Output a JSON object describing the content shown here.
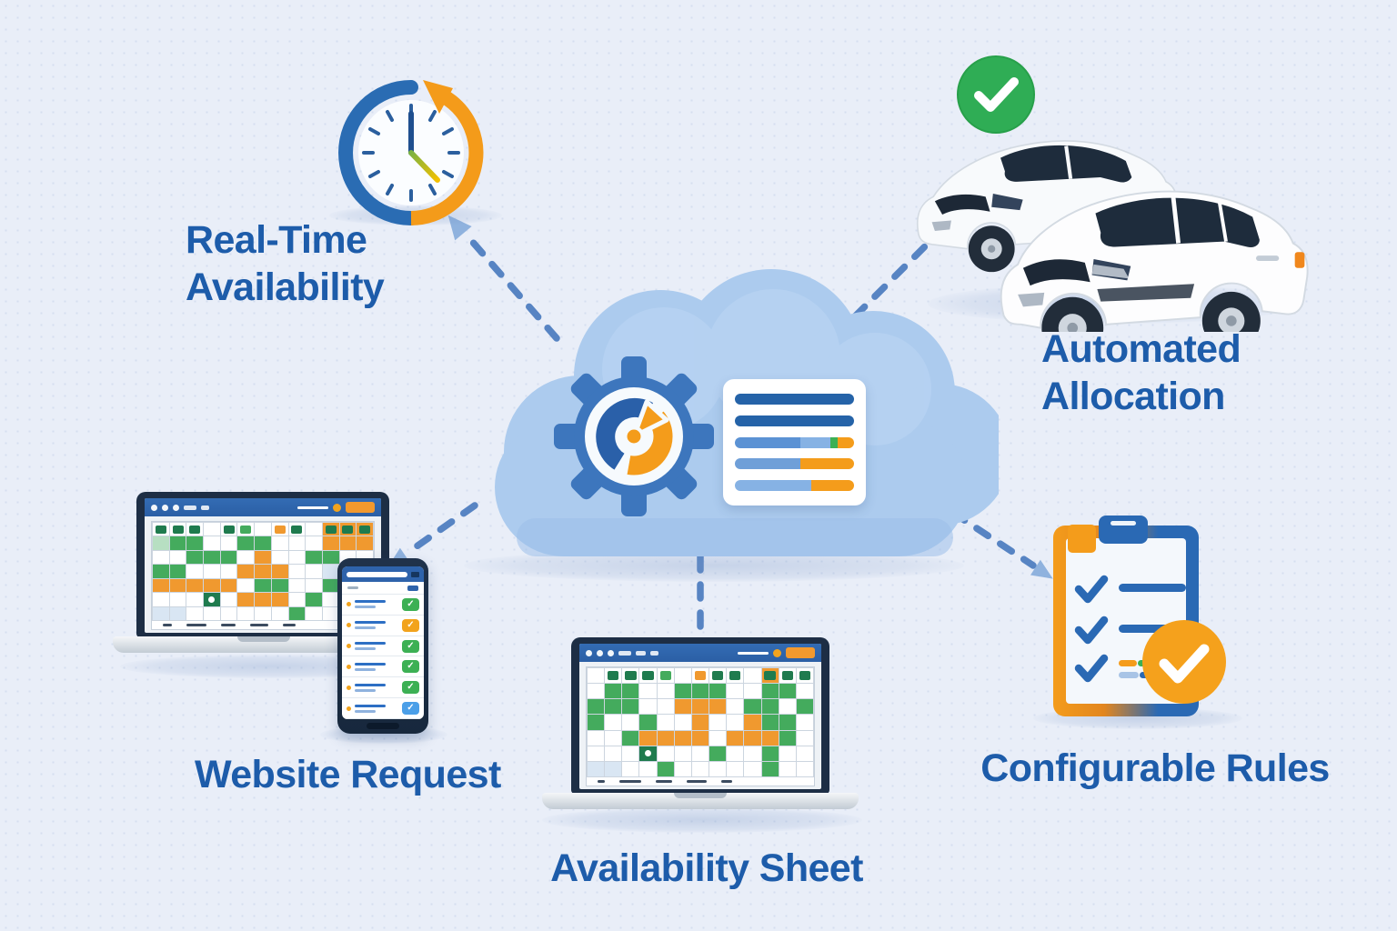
{
  "scene": {
    "description_labels": {
      "real_time_line1": "Real-Time",
      "real_time_line2": "Availability",
      "automated_line1": "Automated",
      "automated_line2": "Allocation",
      "website_request": "Website Request",
      "availability_sheet": "Availability Sheet",
      "configurable_rules": "Configurable Rules"
    },
    "label_color": "#1d5caa",
    "background_color": "#e9eef8"
  },
  "icons": [
    "clock-refresh-icon",
    "cloud-icon",
    "gear-gauge-icon",
    "report-card-icon",
    "green-check-circle-icon",
    "car-sedan-icon",
    "car-suv-icon",
    "laptop-calendar-icon",
    "phone-booking-list-icon",
    "clipboard-checklist-icon",
    "orange-check-circle-icon"
  ],
  "palette": {
    "blue": "#2b67b1",
    "dark_blue_bar": "#2563a8",
    "mid_blue": "#6f9fd8",
    "light_blue": "#8fb2de",
    "orange": "#f49c1b",
    "green": "#3cb054",
    "dark_green": "#1f7b4e",
    "light_green": "#b7dfc2",
    "pale_blue": "#d9e6f3",
    "dash_line": "#4f7dc0",
    "cloud": "#accbee",
    "cells": {
      "w": "#ffffff",
      "g": "#44ab5d",
      "l": "#b7dfc2",
      "o": "#f0992f",
      "c": "#d9e6f3",
      "D": "#1f7b4e",
      "G": "#1f7b4e"
    }
  },
  "cloud_card": {
    "bars": [
      {
        "segments": [
          {
            "color": "#2563a8",
            "w": 100
          }
        ]
      },
      {
        "segments": [
          {
            "color": "#2563a8",
            "w": 100
          }
        ]
      },
      {
        "segments": [
          {
            "color": "#5b92d4",
            "w": 55
          },
          {
            "color": "#86b2e4",
            "w": 25
          },
          {
            "color": "#3cb054",
            "w": 6
          },
          {
            "color": "#f49c1b",
            "w": 14
          }
        ]
      },
      {
        "segments": [
          {
            "color": "#6f9fd8",
            "w": 55
          },
          {
            "color": "#f49c1b",
            "w": 45
          }
        ]
      },
      {
        "segments": [
          {
            "color": "#86b2e4",
            "w": 64
          },
          {
            "color": "#f49c1b",
            "w": 36
          }
        ]
      }
    ]
  },
  "phone": {
    "rows": [
      {
        "badge": "#3cb054"
      },
      {
        "badge": "#f2a31d"
      },
      {
        "badge": "#3cb054"
      },
      {
        "badge": "#3cb054"
      },
      {
        "badge": "#3cb054"
      },
      {
        "badge": "#4b9fe8"
      }
    ],
    "badge_glyph": "✓"
  },
  "laptop_calendar_1": {
    "header": "GGG.Gg.oG.XXX",
    "rows": [
      "lggwwggwwwooo",
      "wwgggwowwggww",
      "ggwwwooowwcgw",
      "ooooowggwwgwg",
      "wwwDwooowgwgw",
      "ccwwwwwwgwwww"
    ]
  },
  "laptop_calendar_2": {
    "header": ".GGGg.oGG.XGG",
    "rows": [
      "wggwwgggwwggw",
      "gggwwooowggwg",
      "gwwgwwowwoggw",
      "wwgoooowooogw",
      "wwwDwwwgwwgww",
      "ccwwgwwwwwgww"
    ]
  }
}
